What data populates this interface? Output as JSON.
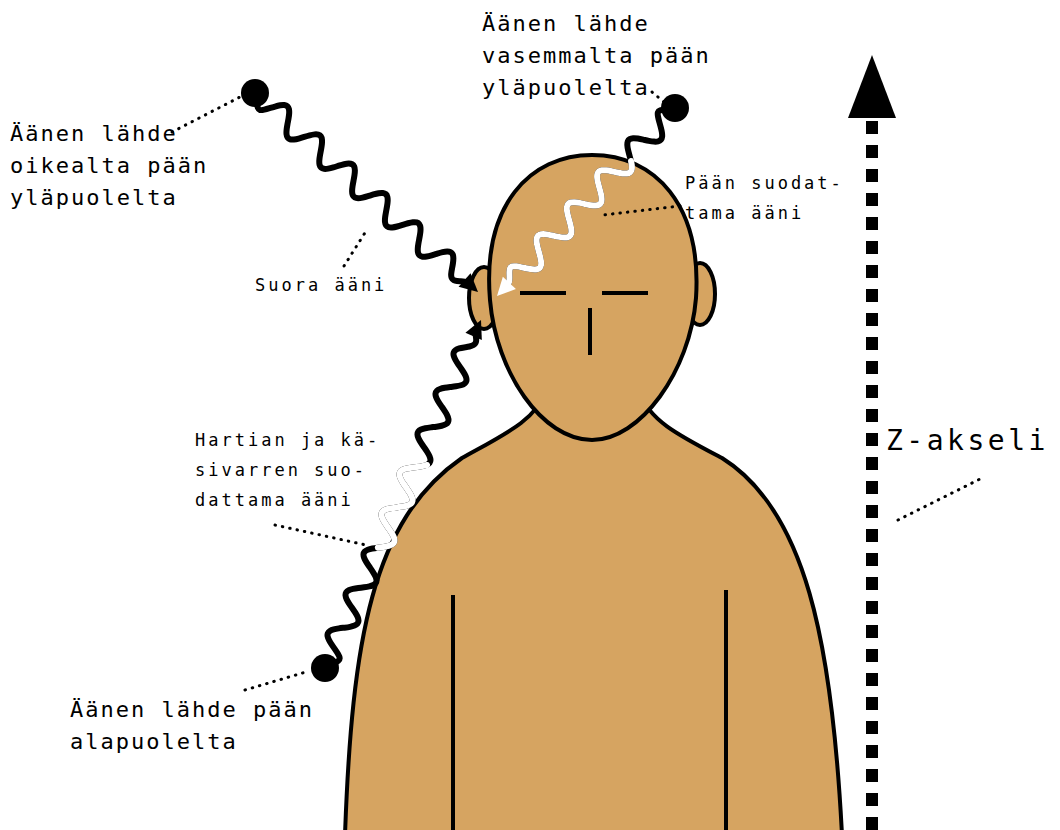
{
  "diagram": {
    "labels": [
      "Äänen lähde vasemmalta pään yläpuolelta",
      "Äänen lähde oikealta pään yläpuolelta",
      "Pään suodat- tama ääni",
      "Suora ääni",
      "Z-akseli",
      "Hartian ja kä- sivarren suo- dattama ääni",
      "Äänen lähde pään alapuolelta"
    ]
  }
}
